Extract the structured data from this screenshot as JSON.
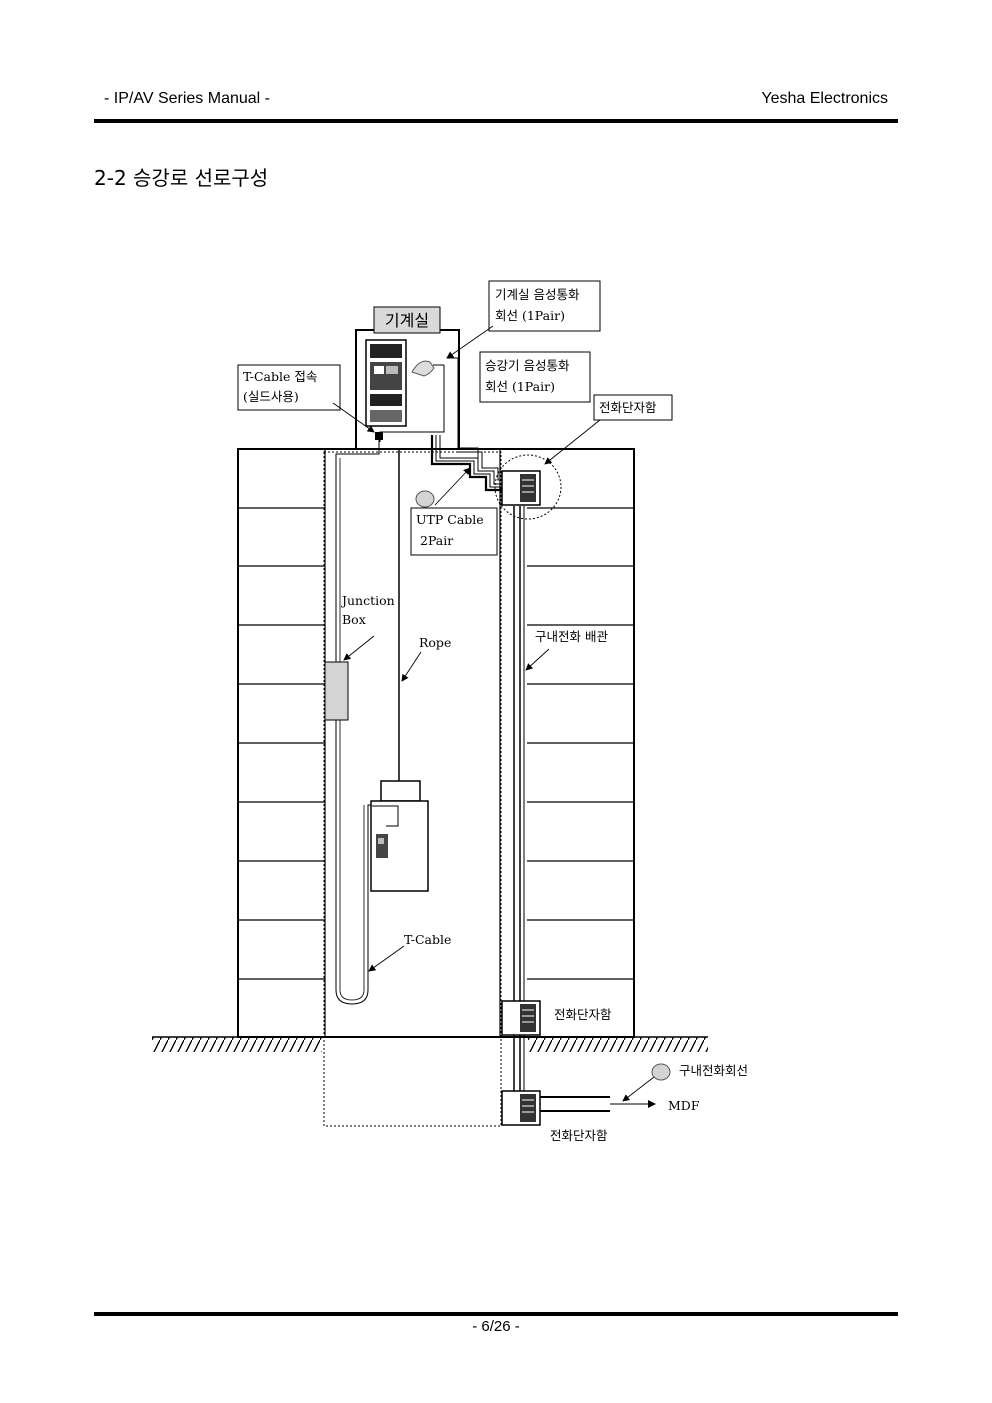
{
  "header": {
    "left": "- IP/AV Series Manual -",
    "right": "Yesha Electronics"
  },
  "section_title": "2-2 승강로 선로구성",
  "diagram": {
    "machine_room": "기계실",
    "machine_room_line": [
      "기계실 음성통화",
      "회선 (1Pair)"
    ],
    "elevator_line": [
      "승강기 음성통화",
      "회선 (1Pair)"
    ],
    "tcable_conn": [
      "T-Cable 접속",
      "(실드사용)"
    ],
    "terminal_box_top": "전화단자함",
    "utp_cable": [
      "UTP Cable",
      "2Pair"
    ],
    "junction_box": [
      "Junction",
      "Box"
    ],
    "rope": "Rope",
    "internal_conduit": "구내전화 배관",
    "tcable": "T-Cable",
    "terminal_box_mid": "전화단자함",
    "internal_line": "구내전화회선",
    "mdf": "MDF",
    "terminal_box_bottom": "전화단자함"
  },
  "footer": {
    "page": "- 6/26 -"
  }
}
